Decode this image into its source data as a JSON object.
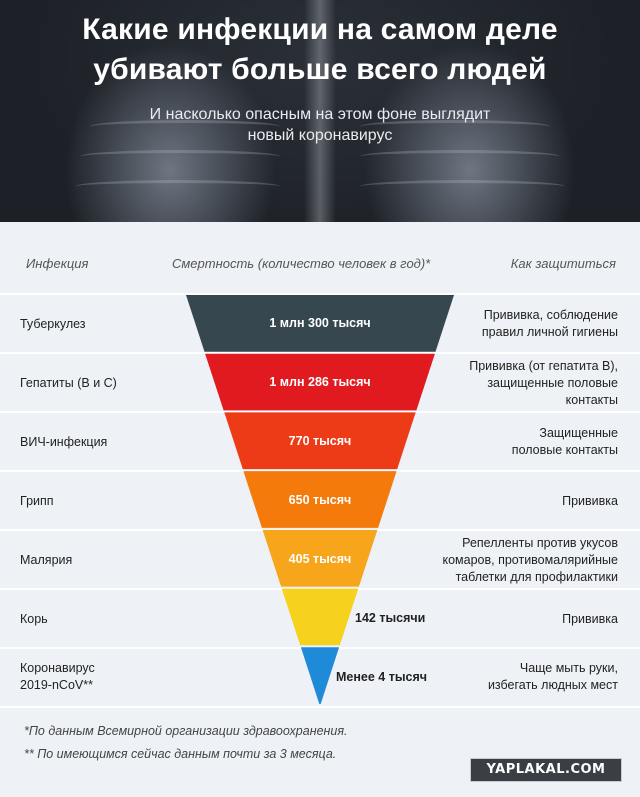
{
  "header": {
    "title_line1": "Какие инфекции на самом деле",
    "title_line2": "убивают больше всего людей",
    "subtitle_line1": "И насколько опасным на этом фоне выглядит",
    "subtitle_line2": "новый коронавирус"
  },
  "columns": {
    "infection": "Инфекция",
    "mortality": "Смертность (количество человек в год)*",
    "protection": "Как защититься"
  },
  "chart_data": {
    "type": "funnel",
    "title": "",
    "rows": [
      {
        "name": "Туберкулез",
        "value_label": "1 млн 300 тысяч",
        "value": 1300000,
        "color": "#37474f",
        "protection": [
          "Прививка, соблюдение",
          "правил личной гигиены"
        ]
      },
      {
        "name": "Гепатиты (В и С)",
        "value_label": "1 млн 286 тысяч",
        "value": 1286000,
        "color": "#e11a1f",
        "protection": [
          "Прививка (от гепатита В),",
          "защищенные половые",
          "контакты"
        ]
      },
      {
        "name": "ВИЧ-инфекция",
        "value_label": "770 тысяч",
        "value": 770000,
        "color": "#ee3b17",
        "protection": [
          "Защищенные",
          "половые контакты"
        ]
      },
      {
        "name": "Грипп",
        "value_label": "650 тысяч",
        "value": 650000,
        "color": "#f47a0c",
        "protection": [
          "Прививка"
        ]
      },
      {
        "name": "Малярия",
        "value_label": "405 тысяч",
        "value": 405000,
        "color": "#f7a51b",
        "protection": [
          "Репелленты против укусов",
          "комаров, противомалярийные",
          "таблетки для профилактики"
        ]
      },
      {
        "name": "Корь",
        "value_label": "142 тысячи",
        "value": 142000,
        "color": "#f6d11e",
        "protection": [
          "Прививка"
        ]
      },
      {
        "name_lines": [
          "Коронавирус",
          "2019-nCoV**"
        ],
        "value_label": "Менее 4 тысяч",
        "value": 4000,
        "color": "#1f8bd8",
        "protection": [
          "Чаще мыть руки,",
          "избегать людных мест"
        ]
      }
    ]
  },
  "footnotes": {
    "note1": "*По данным Всемирной организации здравоохранения.",
    "note2": "** По имеющимся сейчас данным почти за 3 месяца."
  },
  "watermark": "YAPLAKAL.COM"
}
